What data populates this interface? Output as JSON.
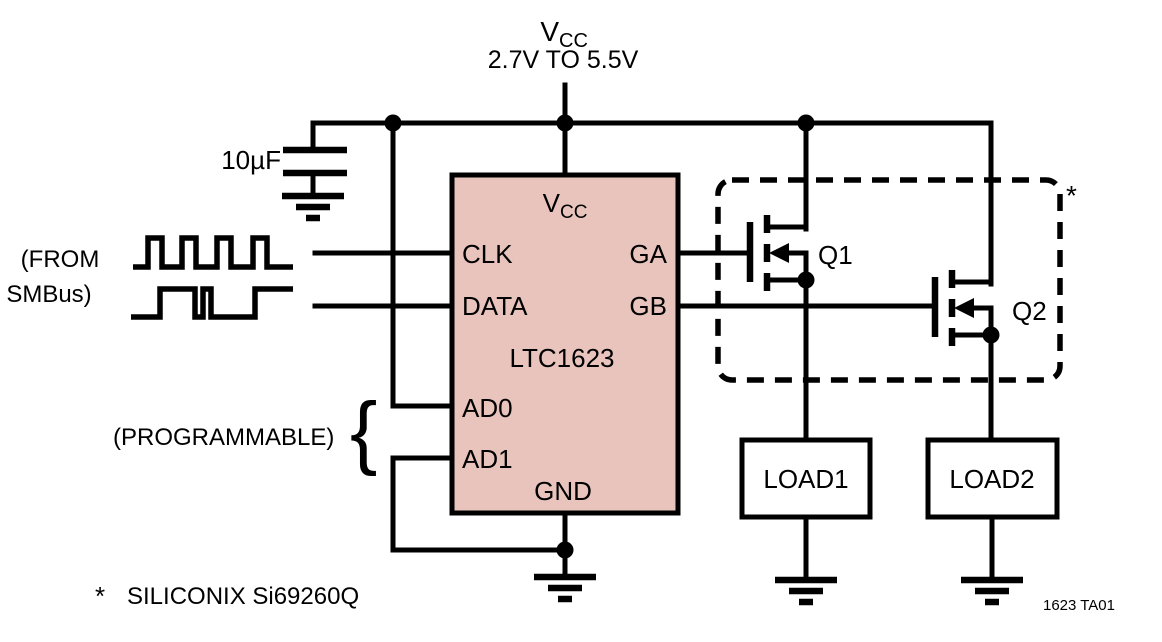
{
  "title": {
    "v": "V",
    "sub": "CC",
    "range": "2.7V TO 5.5V"
  },
  "capacitor": {
    "value": "10µF"
  },
  "smbus": {
    "line1": "(FROM",
    "line2": "SMBus)"
  },
  "programmable": {
    "label": "(PROGRAMMABLE)",
    "brace": "{"
  },
  "chip": {
    "part": "LTC1623",
    "pins": {
      "vcc_v": "V",
      "vcc_sub": "CC",
      "clk": "CLK",
      "data": "DATA",
      "ad0": "AD0",
      "ad1": "AD1",
      "gnd": "GND",
      "ga": "GA",
      "gb": "GB"
    }
  },
  "transistors": {
    "q1": "Q1",
    "q2": "Q2",
    "package_marker": "*"
  },
  "loads": {
    "load1": "LOAD1",
    "load2": "LOAD2"
  },
  "footnote": {
    "marker": "*",
    "text": "SILICONIX Si69260Q"
  },
  "figure_id": "1623 TA01",
  "colors": {
    "chip_fill": "#e8c4bc",
    "line": "#000000"
  }
}
